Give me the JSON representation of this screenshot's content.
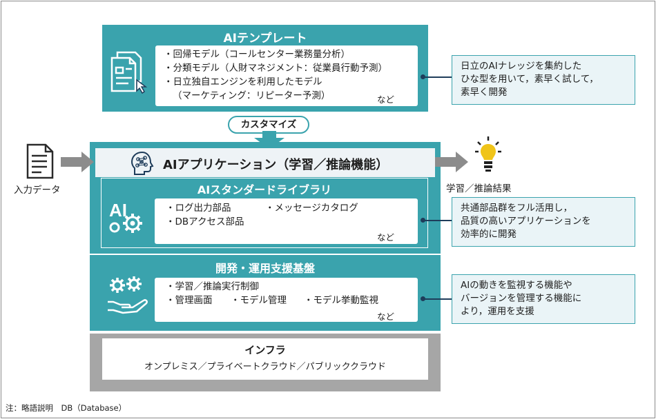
{
  "template": {
    "title": "AIテンプレート",
    "items": [
      "・回帰モデル（コールセンター業務量分析）",
      "・分類モデル（人財マネジメント：従業員行動予測）",
      "・日立独自エンジンを利用したモデル",
      "（マーケティング：リピーター予測）"
    ],
    "etc": "など"
  },
  "customize_label": "カスタマイズ",
  "input_label": "入力データ",
  "application": {
    "title": "AIアプリケーション（学習／推論機能）"
  },
  "output_label": "学習／推論結果",
  "library": {
    "title": "AIスタンダードライブラリ",
    "item1": "・ログ出力部品",
    "item2": "・メッセージカタログ",
    "item3": "・DBアクセス部品",
    "etc": "など"
  },
  "platform": {
    "title": "開発・運用支援基盤",
    "item1": "・学習／推論実行制御",
    "item2": "・管理画面",
    "item3": "・モデル管理",
    "item4": "・モデル挙動監視",
    "etc": "など"
  },
  "infra": {
    "title": "インフラ",
    "subtitle": "オンプレミス／プライベートクラウド／パブリッククラウド"
  },
  "callouts": {
    "template": [
      "日立のAIナレッジを集約した",
      "ひな型を用いて，素早く試して，",
      "素早く開発"
    ],
    "library": [
      "共通部品群をフル活用し，",
      "品質の高いアプリケーションを",
      "効率的に開発"
    ],
    "platform": [
      "AIの動きを監視する機能や",
      "バージョンを管理する機能に",
      "より，運用を支援"
    ]
  },
  "note": "注：略語説明　DB（Database）",
  "colors": {
    "teal": "#3aa3ad",
    "callout_bg": "#eaf4f7",
    "connector": "#1e3c5a",
    "gray_arrow": "#8c8c8c",
    "infra_border": "#a6a6a6",
    "bulb": "#f0c419"
  }
}
